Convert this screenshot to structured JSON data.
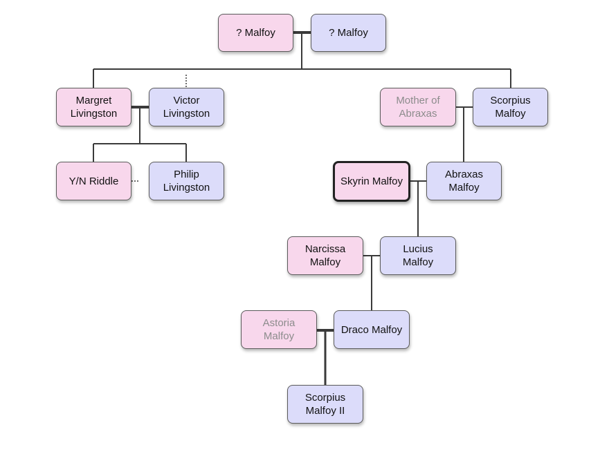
{
  "people": {
    "malfoy_w": {
      "name": "? Malfoy",
      "gender": "female"
    },
    "malfoy_m": {
      "name": "? Malfoy",
      "gender": "male"
    },
    "margret": {
      "name": "Margret\nLivingston",
      "gender": "female"
    },
    "victor": {
      "name": "Victor\nLivingston",
      "gender": "male"
    },
    "mother_abraxas": {
      "name": "Mother of\nAbraxas",
      "gender": "female",
      "faded": true
    },
    "scorpius": {
      "name": "Scorpius\nMalfoy",
      "gender": "male"
    },
    "yn": {
      "name": "Y/N Riddle",
      "gender": "female"
    },
    "philip": {
      "name": "Philip\nLivingston",
      "gender": "male"
    },
    "skyrin": {
      "name": "Skyrin Malfoy",
      "gender": "female",
      "focus": true
    },
    "abraxas": {
      "name": "Abraxas\nMalfoy",
      "gender": "male"
    },
    "narcissa": {
      "name": "Narcissa\nMalfoy",
      "gender": "female"
    },
    "lucius": {
      "name": "Lucius\nMalfoy",
      "gender": "male"
    },
    "astoria": {
      "name": "Astoria\nMalfoy",
      "gender": "female",
      "faded": true
    },
    "draco": {
      "name": "Draco Malfoy",
      "gender": "male"
    },
    "scorpius2": {
      "name": "Scorpius\nMalfoy II",
      "gender": "male"
    }
  },
  "colors": {
    "female": "#f8d7ec",
    "male": "#dcdcfa",
    "line": "#3a3a3a",
    "faded_text": "#8c8c8c"
  }
}
